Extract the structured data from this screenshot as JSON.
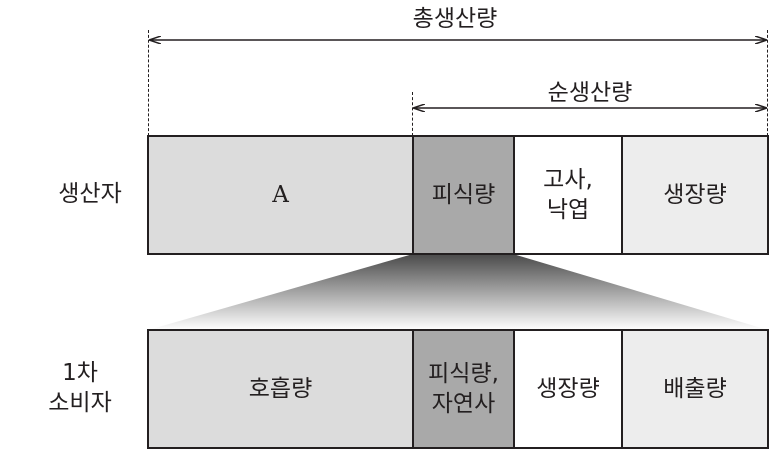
{
  "top": {
    "total_label": "총생산량",
    "net_label": "순생산량"
  },
  "producer": {
    "row_label": "생산자",
    "boxes": [
      "A",
      "피식량",
      "고사,\n낙엽",
      "생장량"
    ]
  },
  "consumer": {
    "row_label": "1차\n소비자",
    "boxes": [
      "호흡량",
      "피식량,\n자연사",
      "생장량",
      "배출량"
    ]
  },
  "colors": {
    "light_gray": "#dcdcdc",
    "mid_gray": "#a9a9a9",
    "pale_gray": "#ededed",
    "white": "#ffffff",
    "line": "#231f20"
  }
}
